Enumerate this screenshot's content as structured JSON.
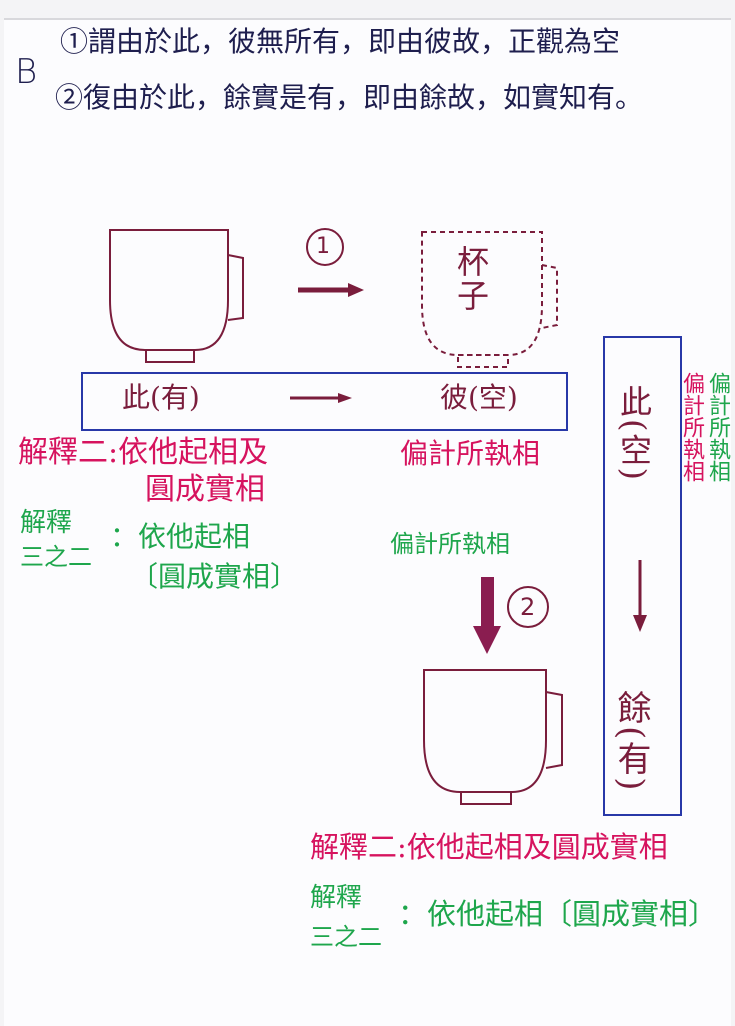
{
  "header": {
    "section_letter": "B",
    "line1": "①謂由於此，彼無所有，即由彼故，正觀為空",
    "line2": "②復由於此，餘實是有，即由餘故，如實知有。"
  },
  "diagram": {
    "step1_marker": "1",
    "step2_marker": "2",
    "cup_label": "杯子",
    "horizontal_box": {
      "left": "此(有)",
      "right": "彼(空)"
    },
    "vertical_box": {
      "top": "此(空)",
      "bottom": "餘(有)"
    },
    "side_magenta": "偏計所執相",
    "side_green": "偏計所執相"
  },
  "annotations": {
    "left_magenta_line1": "解釋二:依他起相及",
    "left_magenta_line2": "圓成實相",
    "left_green_label1": "解釋",
    "left_green_label2": "三之二",
    "left_green_line1": "：依他起相",
    "left_green_line2": "〔圓成實相〕",
    "mid_magenta": "偏計所執相",
    "mid_green": "偏計所執相",
    "bottom_magenta": "解釋二:依他起相及圓成實相",
    "bottom_green_label1": "解釋",
    "bottom_green_label2": "三之二",
    "bottom_green_line": "：依他起相〔圓成實相〕"
  },
  "colors": {
    "ink": "#1e1e4e",
    "magenta": "#d6135e",
    "green": "#1ea64c",
    "maroon": "#7a1d3c",
    "box_blue": "#2838a8"
  }
}
